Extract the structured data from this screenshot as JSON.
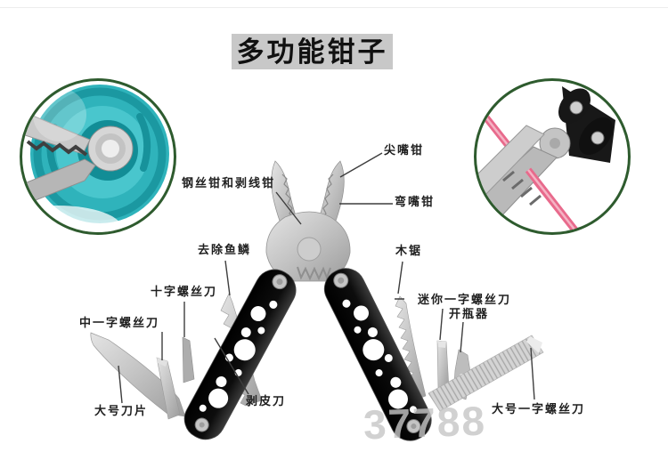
{
  "title": "多功能钳子",
  "watermark": "37788",
  "labels": {
    "wire_pliers": "钢丝钳和剥线钳",
    "needle_nose": "尖嘴钳",
    "bent_nose": "弯嘴钳",
    "fish_scaler": "去除鱼鳞",
    "phillips_screwdriver": "十字螺丝刀",
    "medium_flathead": "中一字螺丝刀",
    "large_blade": "大号刀片",
    "peeling_knife": "剥皮刀",
    "wood_saw": "木锯",
    "mini_flathead": "迷你一字螺丝刀",
    "bottle_opener": "开瓶器",
    "large_flathead": "大号一字螺丝刀"
  },
  "colors": {
    "background": "#ffffff",
    "title_bg": "#c8c8c8",
    "title_text": "#111111",
    "label_text": "#1f1f1f",
    "leader_line": "#3d3d3d",
    "circle_border": "#2e5b2e",
    "inset_teal": "#2fb3bb",
    "wire_pink": "#e86a8c",
    "handle_black": "#111111",
    "steel_gray": "#c0c0c0"
  }
}
